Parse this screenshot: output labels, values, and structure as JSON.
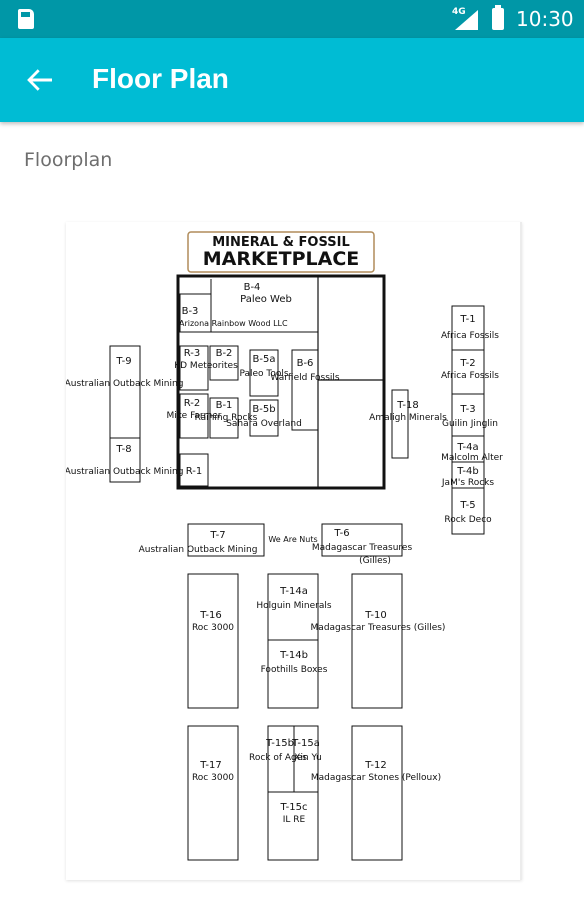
{
  "status_bar": {
    "network": "4G",
    "time": "10:30"
  },
  "app_bar": {
    "title": "Floor Plan"
  },
  "section_label": "Floorplan",
  "floorplan": {
    "logo": {
      "line1": "MINERAL & FOSSIL",
      "line2": "MARKETPLACE"
    },
    "booths": {
      "B-4": "B-4",
      "B-4_name": "Paleo Web",
      "B-3": "B-3",
      "B-3_name": "Arizona Rainbow Wood LLC",
      "R-3": "R-3",
      "R-3_name": "KD Meteorites",
      "B-2": "B-2",
      "R-2": "R-2",
      "R-2_name": "Mike Farmer",
      "B-1": "B-1",
      "B-1_name": "Raining Rocks",
      "R-1": "R-1",
      "B-5a": "B-5a",
      "B-5a_name": "Paleo Tools",
      "B-5b": "B-5b",
      "B-5b_name": "Sahara Overland",
      "B-6": "B-6",
      "B-6_name": "Warfield Fossils",
      "T-9": "T-9",
      "T-9_name": "Australian Outback Mining",
      "T-8": "T-8",
      "T-8_name": "Australian Outback Mining",
      "T-18": "T-18",
      "T-18_name": "Amaligh Minerals",
      "T-1": "T-1",
      "T-1_name": "Africa Fossils",
      "T-2": "T-2",
      "T-2_name": "Africa Fossils",
      "T-3": "T-3",
      "T-3_name": "Guilin Jinglin",
      "T-4a": "T-4a",
      "T-4a_name": "Malcolm Alter",
      "T-4b": "T-4b",
      "T-4b_name": "JaM's Rocks",
      "T-5": "T-5",
      "T-5_name": "Rock Deco",
      "T-7": "T-7",
      "T-7_name": "Australian Outback Mining",
      "we_are_nuts": "We Are Nuts",
      "T-6": "T-6",
      "T-6_name": "Madagascar Treasures",
      "T-6_name2": "(Gilles)",
      "T-16": "T-16",
      "T-16_name": "Roc 3000",
      "T-14a": "T-14a",
      "T-14a_name": "Holguin Minerals",
      "T-14b": "T-14b",
      "T-14b_name": "Foothills Boxes",
      "T-10": "T-10",
      "T-10_name": "Madagascar Treasures (Gilles)",
      "T-17": "T-17",
      "T-17_name": "Roc 3000",
      "T-15b": "T-15b",
      "T-15b_name": "Rock of Ages",
      "T-15a": "T-15a",
      "T-15a_name": "Xin Yu",
      "T-15c": "T-15c",
      "T-15c_name": "IL RE",
      "T-12": "T-12",
      "T-12_name": "Madagascar Stones (Pelloux)"
    }
  },
  "colors": {
    "status_bar": "#0097a7",
    "app_bar": "#00bcd4"
  }
}
